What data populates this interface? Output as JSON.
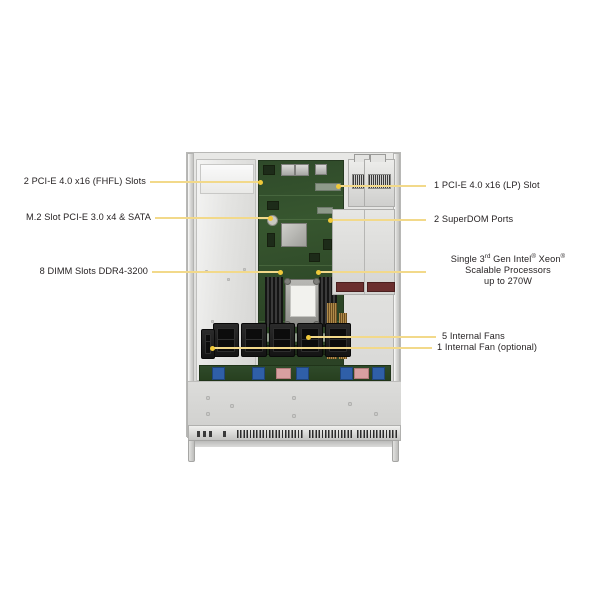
{
  "diagram": {
    "title": "Supermicro 1U Server Top View with Component Callouts",
    "accent_line_color": "#f2d98a",
    "accent_dot_color": "#f0c93a",
    "background_color": "#ffffff",
    "text_color": "#231f20"
  },
  "callouts": {
    "left": [
      {
        "id": "pcie-fhfl",
        "text": "2 PCI-E 4.0 x16 (FHFL) Slots"
      },
      {
        "id": "m2-slot",
        "text": "M.2 Slot PCI-E 3.0 x4 & SATA"
      },
      {
        "id": "dimm",
        "text": "8 DIMM  Slots DDR4-3200"
      }
    ],
    "right": [
      {
        "id": "pcie-lp",
        "text": "1 PCI-E 4.0 x16 (LP) Slot"
      },
      {
        "id": "superdom",
        "text": "2 SuperDOM Ports"
      },
      {
        "id": "fans-5",
        "text": "5 Internal  Fans"
      },
      {
        "id": "fan-optional",
        "text": "1 Internal  Fan (optional)"
      }
    ],
    "processor": {
      "id": "cpu",
      "line1_pre": "Single 3",
      "line1_sup": "rd",
      "line1_mid": " Gen Intel",
      "line1_sup2": "®",
      "line1_post": " Xeon",
      "line1_sup3": "®",
      "line2": "Scalable Processors",
      "line3": "up to 270W"
    }
  }
}
